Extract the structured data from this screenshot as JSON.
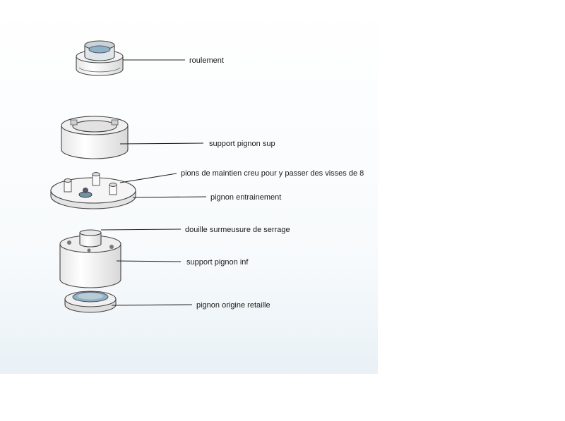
{
  "labels": {
    "roulement": "roulement",
    "support_pignon_sup": "support pignon sup",
    "pions": "pions de maintien creu pour y passer des visses de 8",
    "pignon_entrainement": "pignon entrainement",
    "douille": "douille surmeusure de serrage",
    "support_pignon_inf": "support pignon inf",
    "pignon_origine": "pignon origine retaille"
  },
  "colors": {
    "part_fill": "#f4f4f4",
    "part_shade": "#dcdcdc",
    "bearing_blue": "#8fb3c4",
    "line": "#222222"
  }
}
